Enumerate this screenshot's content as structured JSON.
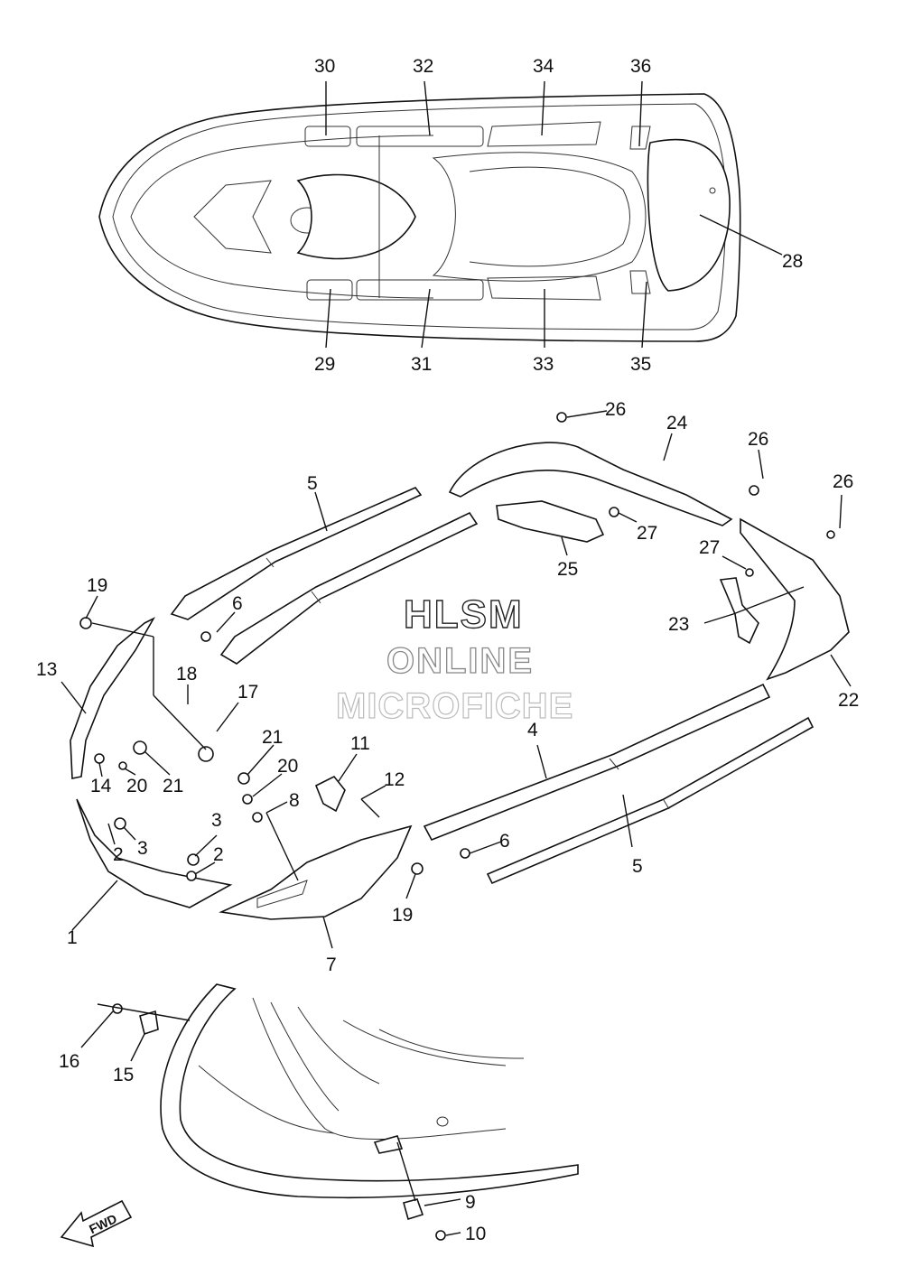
{
  "watermark": {
    "line1": "HLSM",
    "line2": "ONLINE",
    "line3": "MICROFICHE"
  },
  "direction_indicator": "FWD",
  "callouts": {
    "c1": "1",
    "c2a": "2",
    "c2b": "2",
    "c3a": "3",
    "c3b": "3",
    "c4": "4",
    "c5a": "5",
    "c5b": "5",
    "c6a": "6",
    "c6b": "6",
    "c7": "7",
    "c8": "8",
    "c9": "9",
    "c10": "10",
    "c11": "11",
    "c12": "12",
    "c13": "13",
    "c14": "14",
    "c15": "15",
    "c16": "16",
    "c17": "17",
    "c18": "18",
    "c19a": "19",
    "c19b": "19",
    "c20a": "20",
    "c20b": "20",
    "c21a": "21",
    "c21b": "21",
    "c22": "22",
    "c23": "23",
    "c24": "24",
    "c25": "25",
    "c26a": "26",
    "c26b": "26",
    "c26c": "26",
    "c27a": "27",
    "c27b": "27",
    "c28": "28",
    "c29": "29",
    "c30": "30",
    "c31": "31",
    "c32": "32",
    "c33": "33",
    "c34": "34",
    "c35": "35",
    "c36": "36"
  }
}
